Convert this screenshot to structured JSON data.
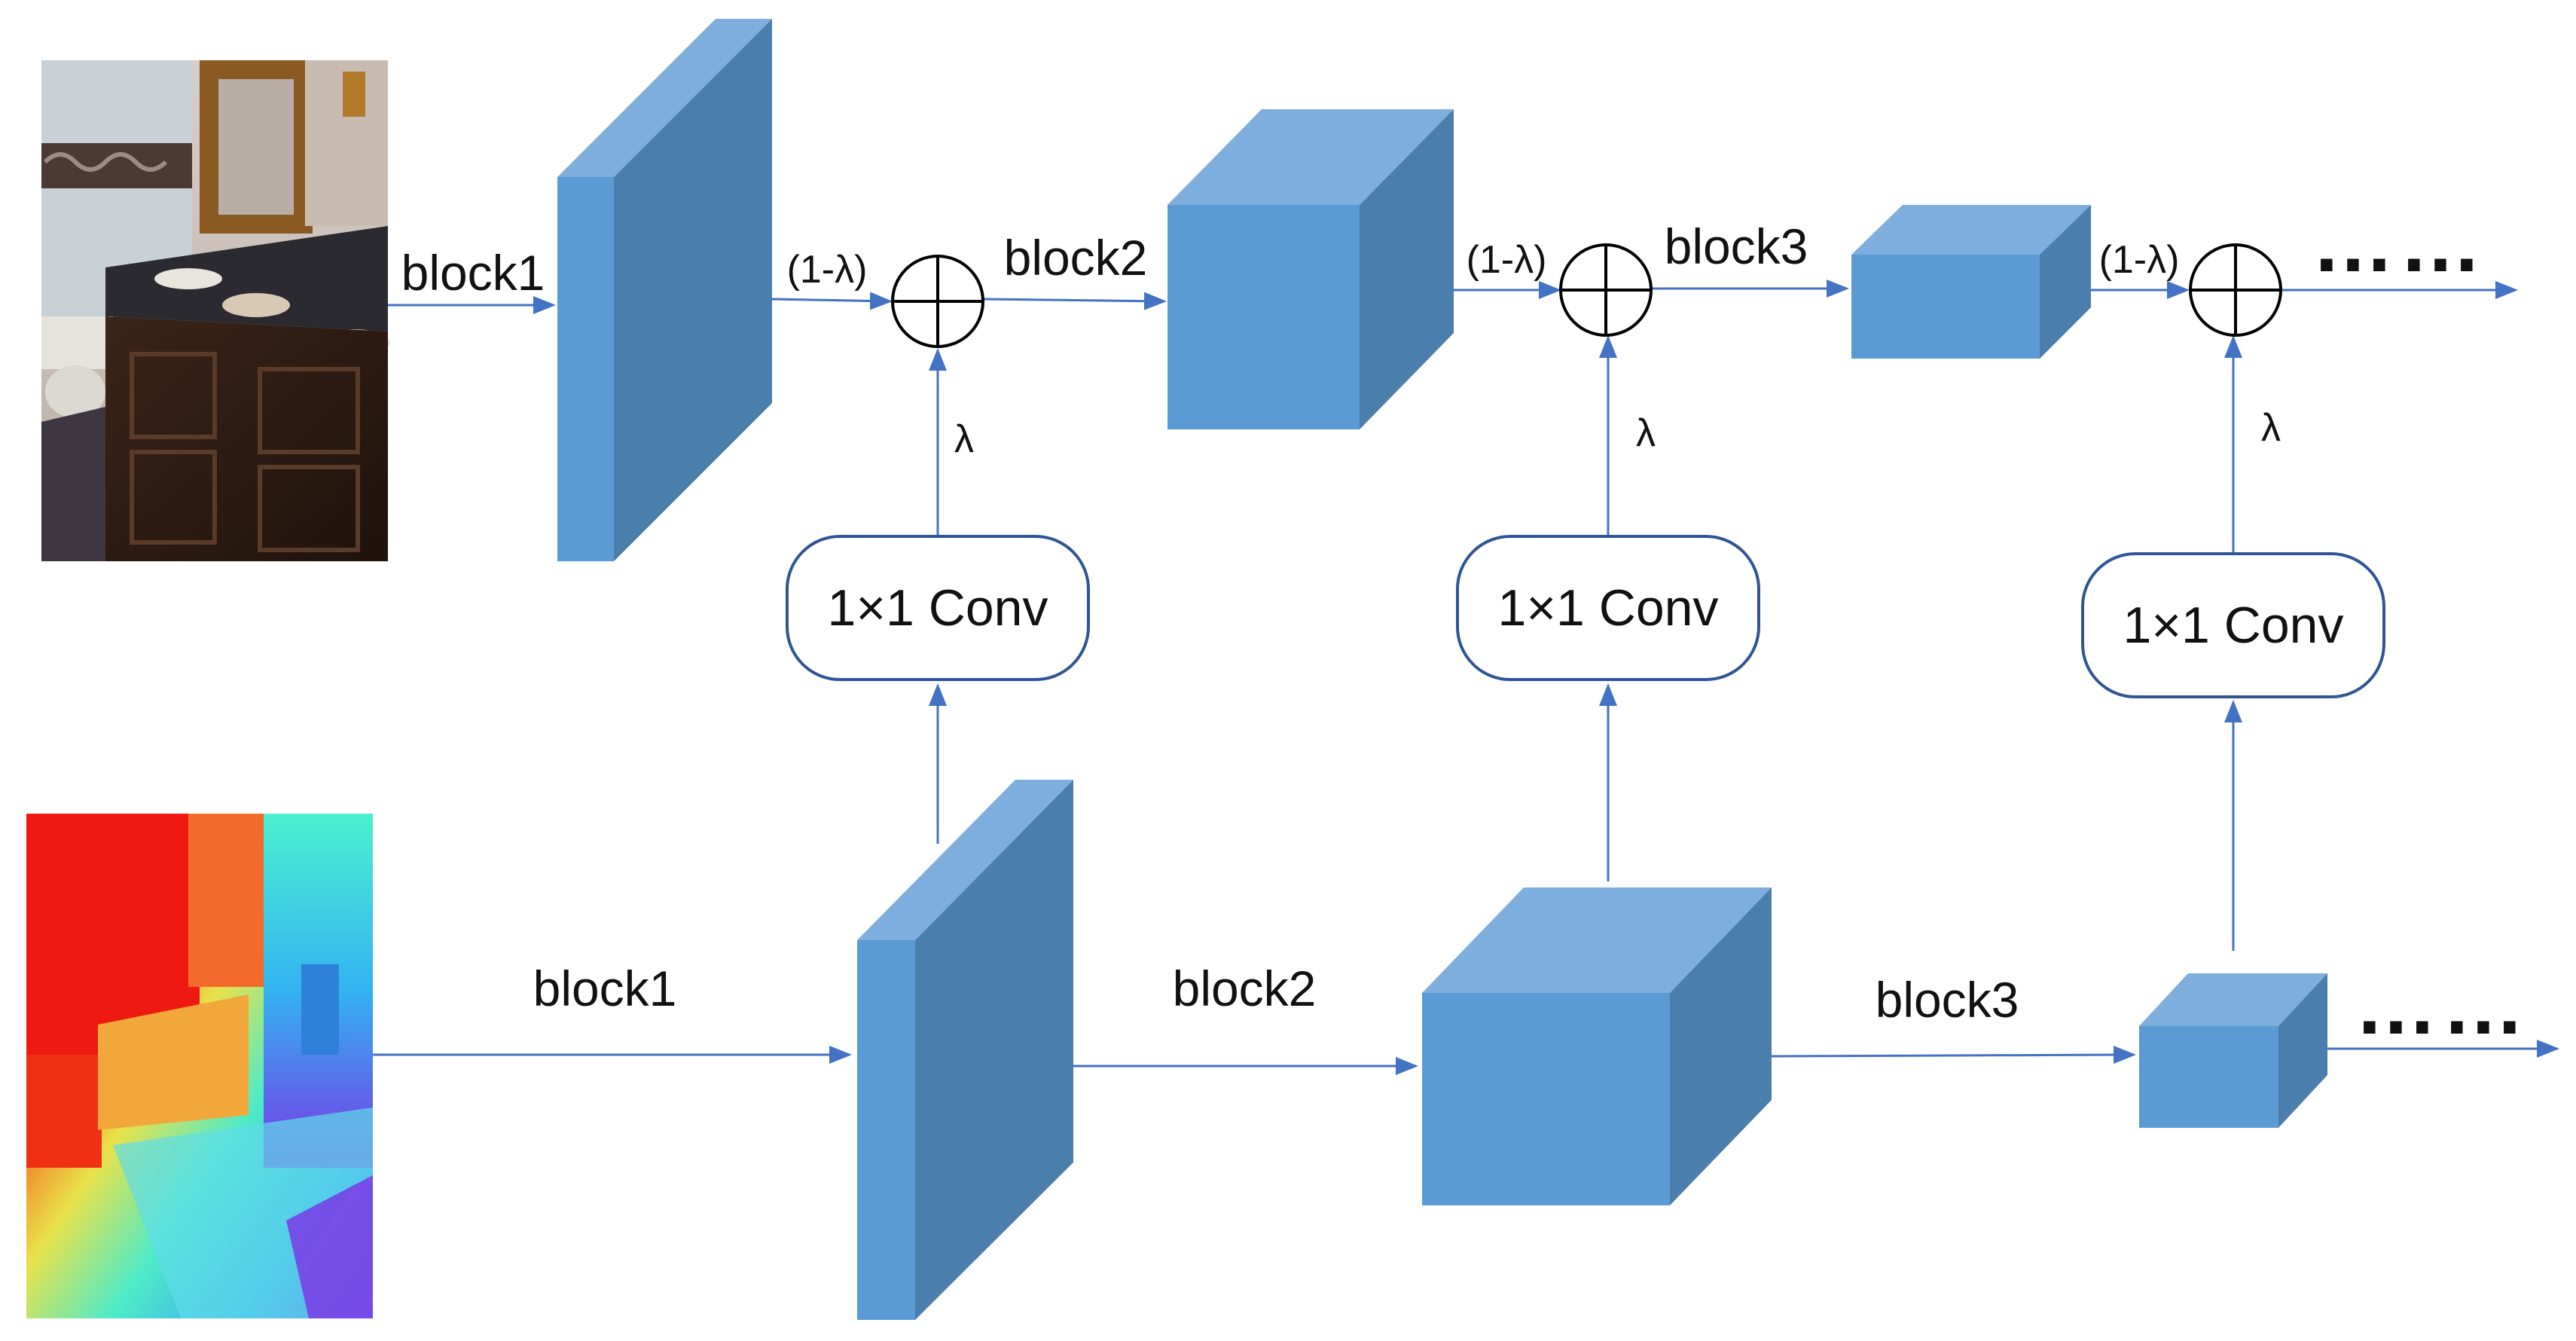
{
  "colors": {
    "cube_front": "#5B9BD5",
    "cube_top": "#7DAEDD",
    "cube_side": "#4A7EAD",
    "arrow": "#4472C4",
    "conv_border": "#2F5597"
  },
  "images": {
    "rgb_input": "rgb-bathroom-photo",
    "depth_input": "depth-map-colormap"
  },
  "top_stream": {
    "block1_label": "block1",
    "block2_label": "block2",
    "block3_label": "block3",
    "weight_1": "(1-λ)",
    "weight_2": "(1-λ)",
    "weight_3": "(1-λ)",
    "continuation": "……"
  },
  "bottom_stream": {
    "block1_label": "block1",
    "block2_label": "block2",
    "block3_label": "block3",
    "continuation": "……"
  },
  "fusion": {
    "lambda_1": "λ",
    "lambda_2": "λ",
    "lambda_3": "λ",
    "conv_1": "1×1 Conv",
    "conv_2": "1×1 Conv",
    "conv_3": "1×1 Conv"
  }
}
